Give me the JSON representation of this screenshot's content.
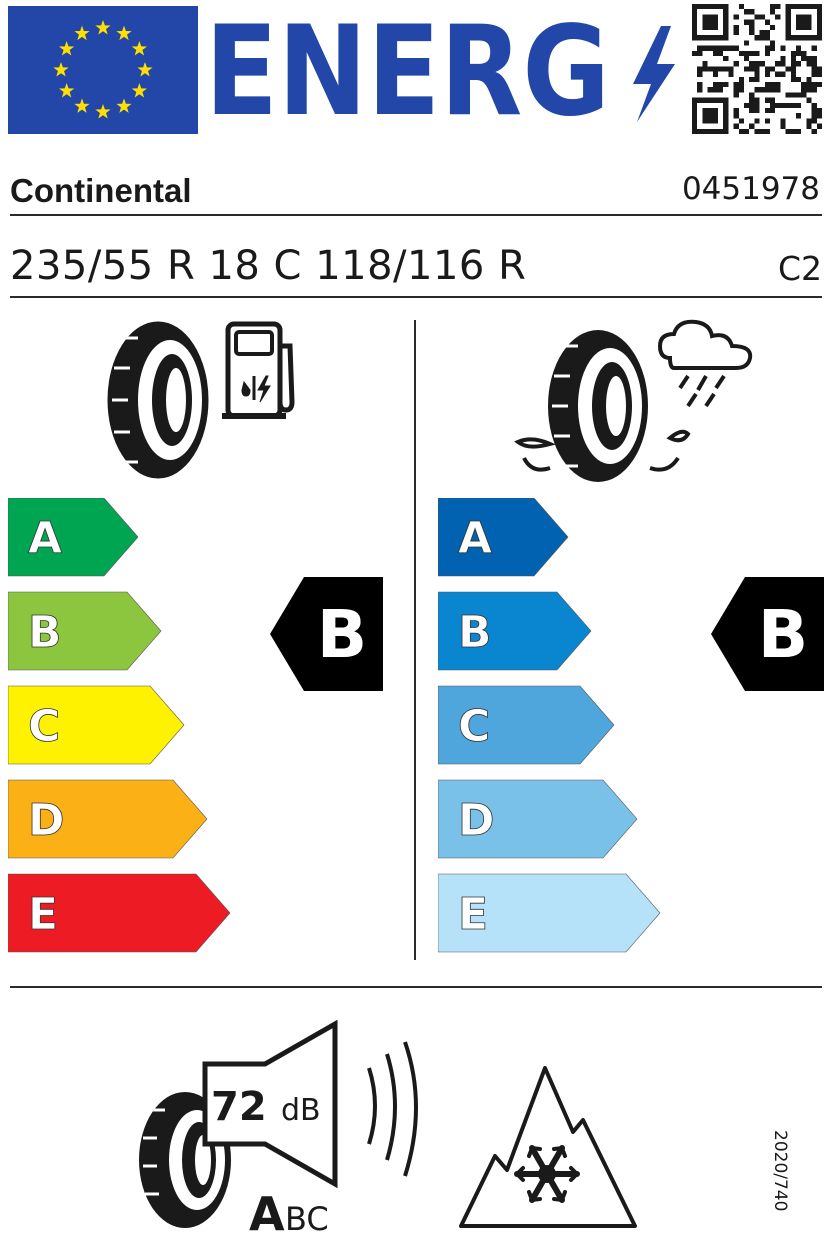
{
  "header": {
    "logo_text": "ENERG",
    "flag_color": "#2347a8",
    "star_color": "#ffde00",
    "logo_color": "#2347a8"
  },
  "tyre": {
    "brand": "Continental",
    "code": "0451978",
    "size": "235/55 R 18 C 118/116 R",
    "class": "C2"
  },
  "fuel_efficiency": {
    "icon": "fuel-pump-tyre-icon",
    "scale": [
      {
        "letter": "A",
        "color": "#00a551"
      },
      {
        "letter": "B",
        "color": "#8cc63f"
      },
      {
        "letter": "C",
        "color": "#fff200"
      },
      {
        "letter": "D",
        "color": "#fbb116"
      },
      {
        "letter": "E",
        "color": "#ed1c24"
      }
    ],
    "rating": "B"
  },
  "wet_grip": {
    "icon": "rain-cloud-tyre-icon",
    "scale": [
      {
        "letter": "A",
        "color": "#0062b1"
      },
      {
        "letter": "B",
        "color": "#0a86d1"
      },
      {
        "letter": "C",
        "color": "#4ea6dd"
      },
      {
        "letter": "D",
        "color": "#7ac1ea"
      },
      {
        "letter": "E",
        "color": "#b5e2f8"
      }
    ],
    "rating": "B"
  },
  "noise": {
    "icon": "speaker-tyre-icon",
    "value": "72",
    "unit": "dB",
    "class_selected": "A",
    "class_rest": "BC"
  },
  "snow": {
    "icon": "three-peak-snowflake-icon"
  },
  "regulation": "2020/740"
}
